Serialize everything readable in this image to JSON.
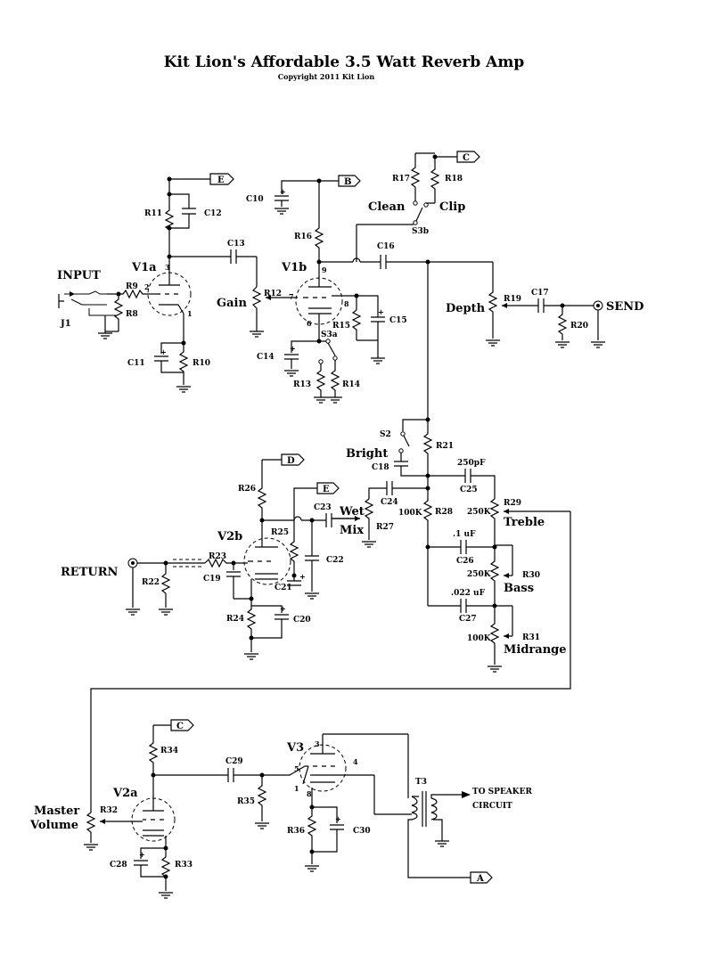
{
  "title": "Kit Lion's Affordable 3.5 Watt Reverb Amp",
  "copyright": "Copyright 2011 Kit Lion",
  "io": {
    "input": "INPUT",
    "send": "SEND",
    "return": "RETURN",
    "speaker": "TO SPEAKER",
    "speaker2": "CIRCUIT",
    "jack": "J1"
  },
  "controls": {
    "gain": "Gain",
    "depth": "Depth",
    "clean": "Clean",
    "clip": "Clip",
    "bright": "Bright",
    "wet": "Wet",
    "mix": "Mix",
    "treble": "Treble",
    "bass": "Bass",
    "midrange": "Midrange",
    "master": "Master",
    "volume": "Volume"
  },
  "tubes": {
    "v1a": "V1a",
    "v1b": "V1b",
    "v2a": "V2a",
    "v2b": "V2b",
    "v3": "V3"
  },
  "switches": {
    "s3b": "S3b",
    "s3a": "S3a",
    "s2": "S2"
  },
  "transformer": "T3",
  "flags": {
    "a": "A",
    "b": "B",
    "c": "C",
    "d": "D",
    "e": "E"
  },
  "resistors": {
    "r8": "R8",
    "r9": "R9",
    "r10": "R10",
    "r11": "R11",
    "r12": "R12",
    "r13": "R13",
    "r14": "R14",
    "r15": "R15",
    "r16": "R16",
    "r17": "R17",
    "r18": "R18",
    "r19": "R19",
    "r20": "R20",
    "r21": "R21",
    "r22": "R22",
    "r23": "R23",
    "r24": "R24",
    "r25": "R25",
    "r26": "R26",
    "r27": "R27",
    "r28": "R28",
    "r29": "R29",
    "r30": "R30",
    "r31": "R31",
    "r32": "R32",
    "r33": "R33",
    "r34": "R34",
    "r35": "R35",
    "r36": "R36"
  },
  "capacitors": {
    "c10": "C10",
    "c11": "C11",
    "c12": "C12",
    "c13": "C13",
    "c14": "C14",
    "c15": "C15",
    "c16": "C16",
    "c17": "C17",
    "c18": "C18",
    "c19": "C19",
    "c20": "C20",
    "c21": "C21",
    "c22": "C22",
    "c23": "C23",
    "c24": "C24",
    "c25": "C25",
    "c26": "C26",
    "c27": "C27",
    "c28": "C28",
    "c29": "C29",
    "c30": "C30"
  },
  "values": {
    "c25": "250pF",
    "c26": ".1 uF",
    "c27": ".022 uF",
    "r28": "100K",
    "r29": "250K",
    "r30": "250K",
    "r31": "100K"
  },
  "pins": {
    "v1a_3": "3",
    "v1a_2": "2",
    "v1a_1": "1",
    "v1b_9": "9",
    "v1b_7": "7",
    "v1b_8": "8",
    "v1b_6": "6",
    "v3_3": "3",
    "v3_4": "4",
    "v3_5": "5",
    "v3_1": "1",
    "v3_8": "8"
  }
}
